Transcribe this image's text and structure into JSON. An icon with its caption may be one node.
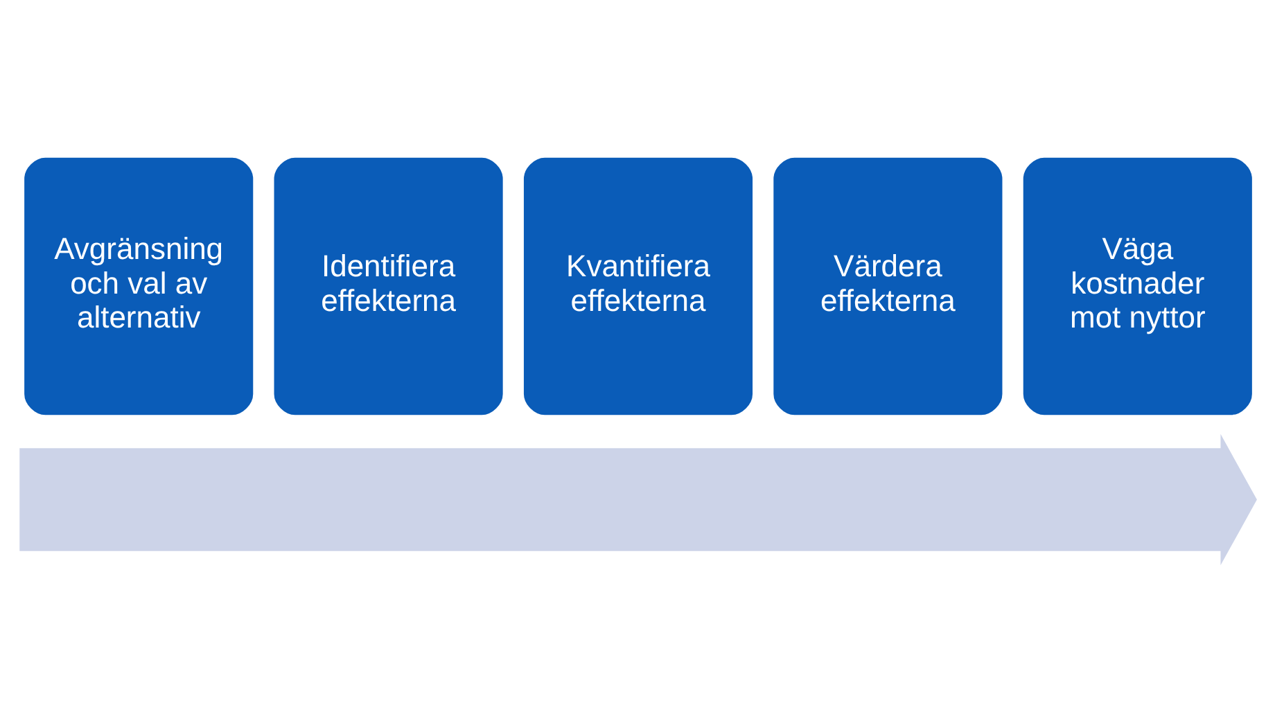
{
  "diagram": {
    "nodes": [
      {
        "text": [],
        "shape": "arrow"
      },
      {
        "text": [
          "Avgränsning och val av alternativ"
        ]
      },
      {
        "text": [
          "Identifiera effekterna"
        ]
      },
      {
        "text": [
          "Kvantifiera effekterna"
        ]
      },
      {
        "text": [
          "Värdera effekterna"
        ]
      },
      {
        "text": [
          "Väga kostnader mot nyttor"
        ]
      }
    ]
  }
}
